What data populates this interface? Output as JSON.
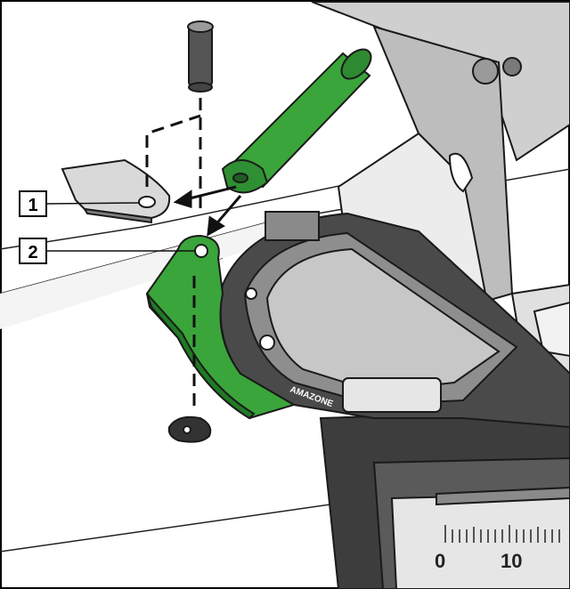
{
  "callouts": [
    {
      "label": "1"
    },
    {
      "label": "2"
    }
  ],
  "scale": {
    "tick_0": "0",
    "tick_10": "10"
  },
  "brand": {
    "label": "AMAZONE"
  },
  "colors": {
    "highlight_green": "#3aa53a",
    "dark_green": "#1f7a25",
    "outline": "#1a1a1a",
    "metal_light": "#d9d9d9",
    "metal_mid": "#b3b3b3",
    "metal_dark": "#4a4a4a"
  },
  "icons": [
    "bolt-pin-icon",
    "arrow-icon",
    "washer-icon"
  ]
}
